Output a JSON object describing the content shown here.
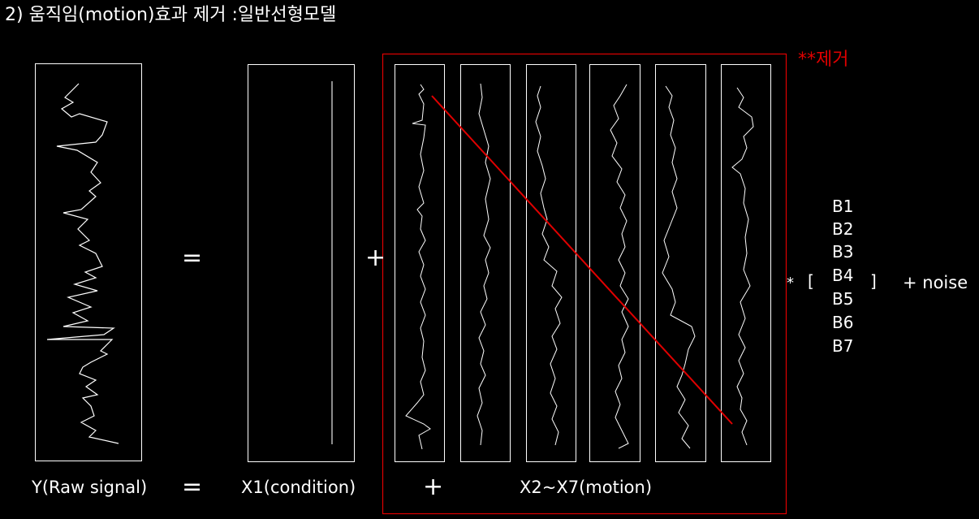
{
  "title": "2) 움직임(motion)효과 제거 :일반선형모델",
  "remove_label": "**제거",
  "operators": {
    "equals_top": "=",
    "plus_top": "+",
    "equals_bottom": "=",
    "plus_bottom": "+",
    "multiply": "*",
    "bracket_open": "[",
    "bracket_close": "]",
    "noise": "+ noise"
  },
  "captions": {
    "y": "Y(Raw signal)",
    "x1": "X1(condition)",
    "x2_x7": "X2~X7(motion)"
  },
  "betas": [
    "B1",
    "B2",
    "B3",
    "B4",
    "B5",
    "B6",
    "B7"
  ],
  "colors": {
    "background": "#000000",
    "foreground": "#ffffff",
    "highlight": "#e00000"
  }
}
